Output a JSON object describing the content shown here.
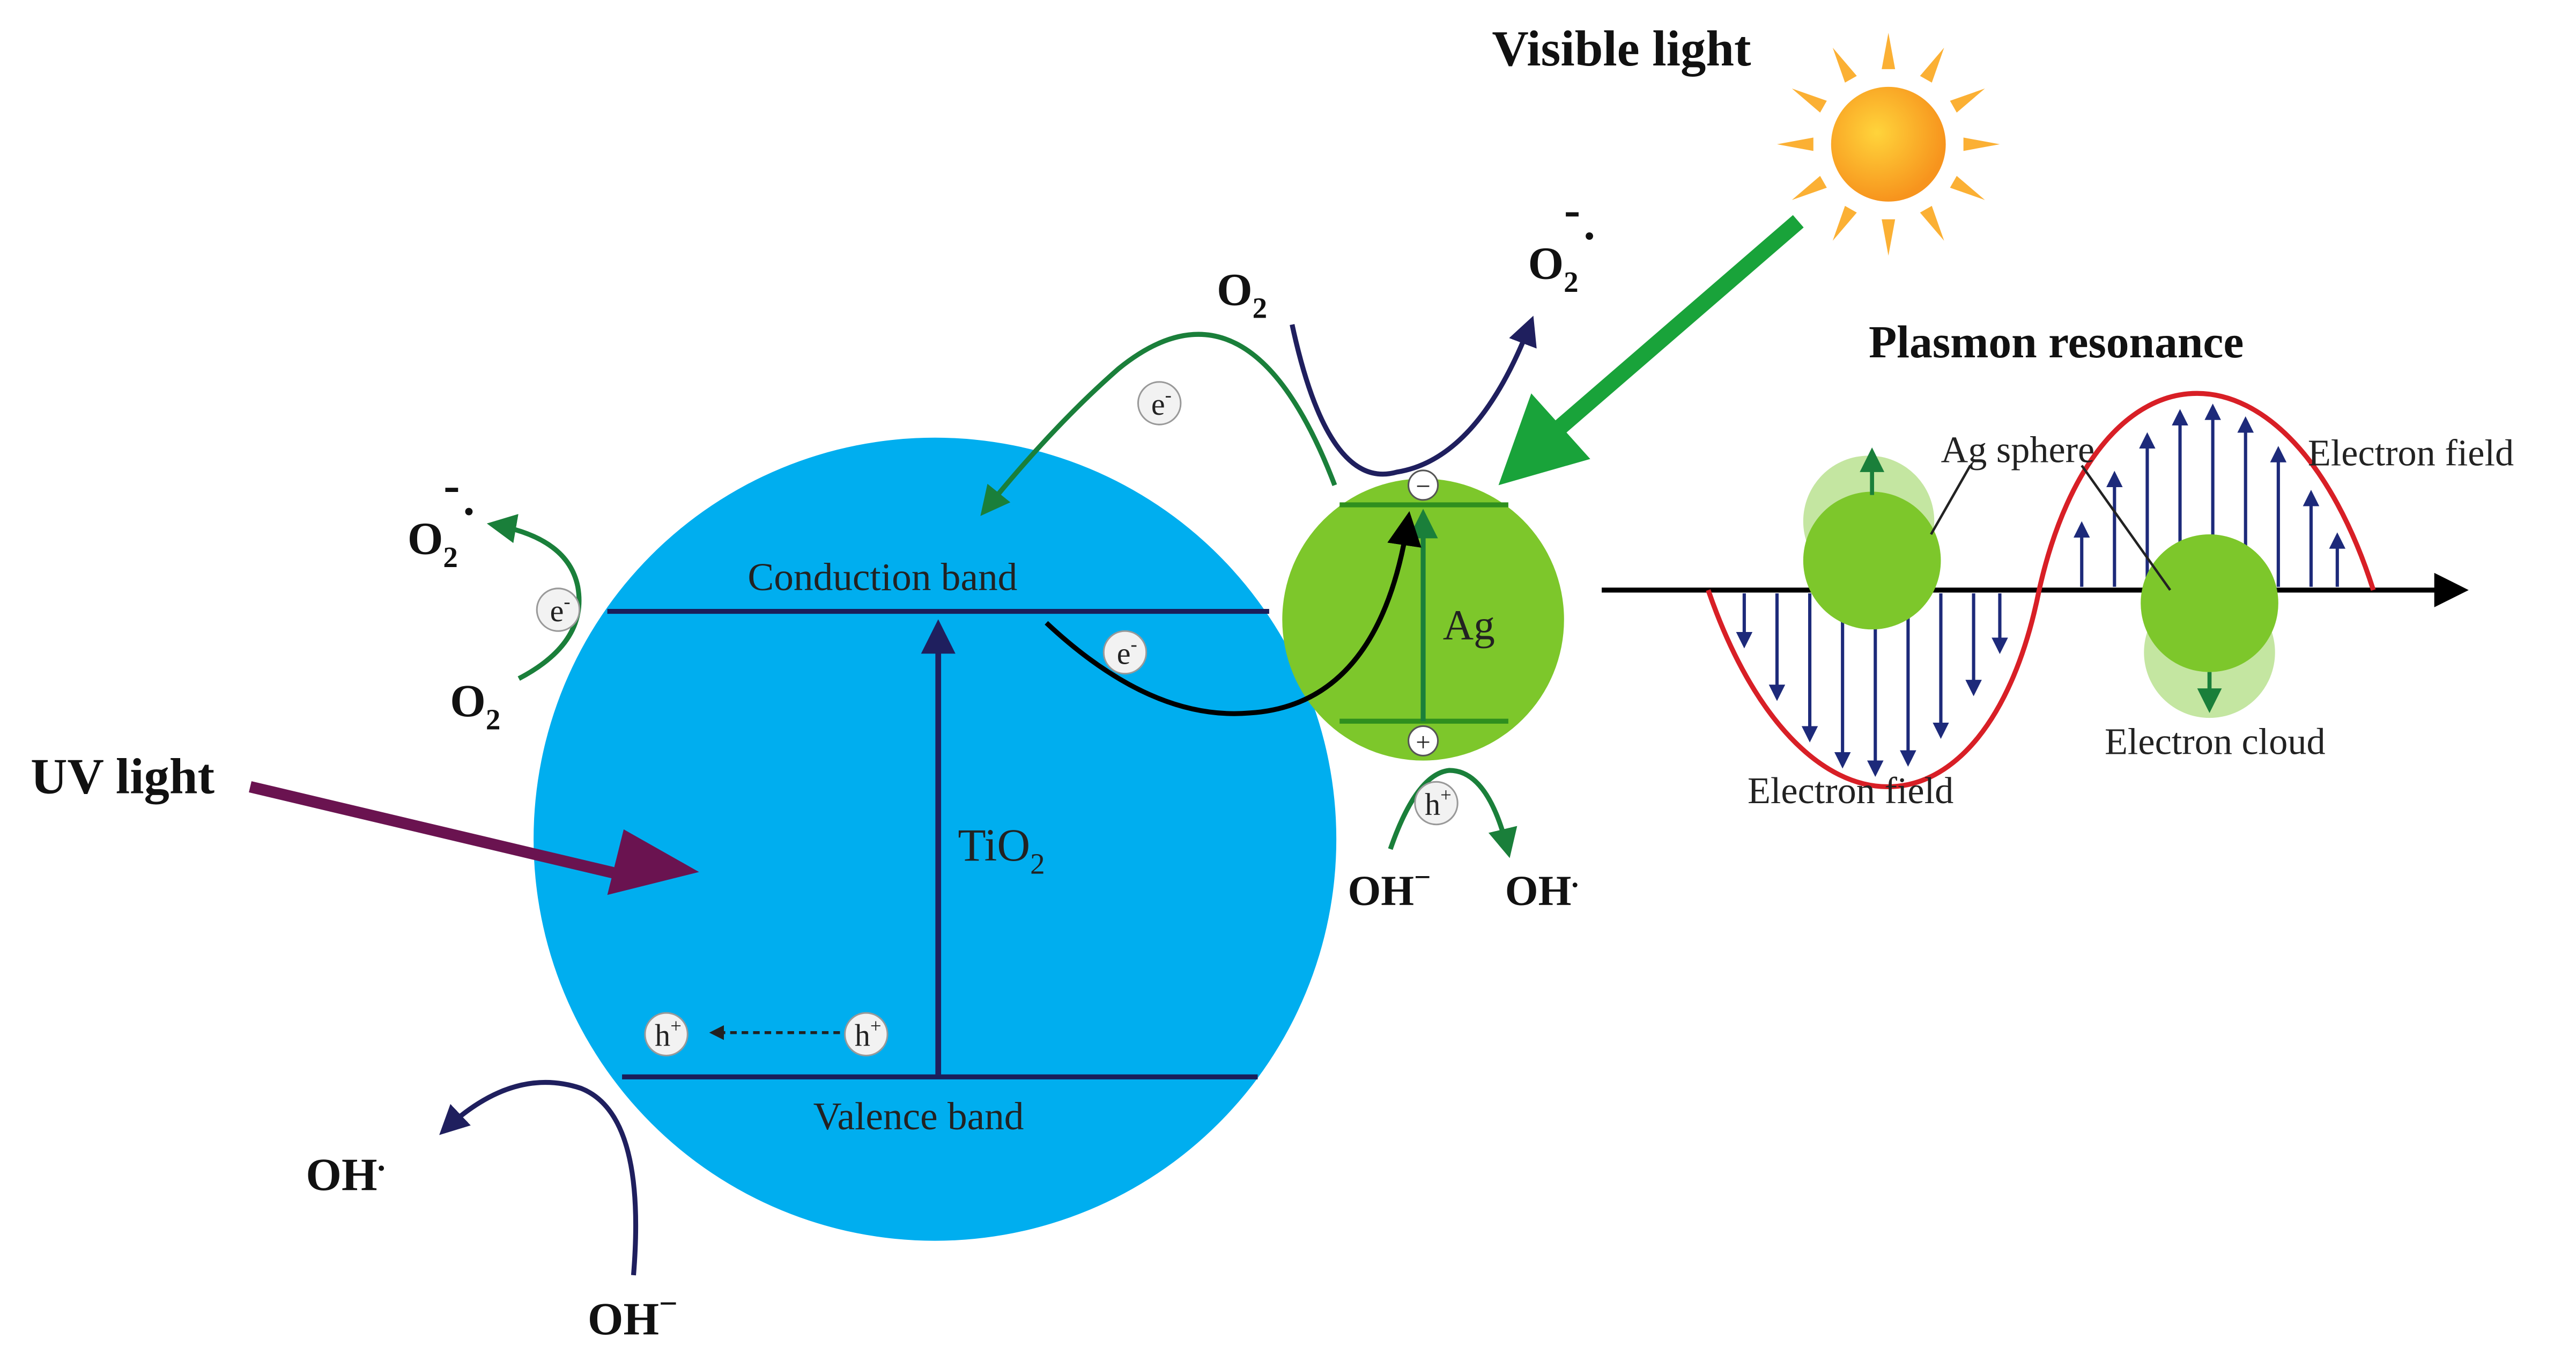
{
  "labels": {
    "visible_light": "Visible light",
    "uv_light": "UV light",
    "plasmon_resonance": "Plasmon resonance",
    "conduction_band": "Conduction band",
    "valence_band": "Valence band",
    "tio2": {
      "base": "TiO",
      "sub": "2"
    },
    "ag": "Ag",
    "ag_sphere": "Ag sphere",
    "electron_field_top": "Electron field",
    "electron_field_bottom": "Electron field",
    "electron_cloud": "Electron cloud"
  },
  "species": {
    "o2_left": {
      "base": "O",
      "sub": "2"
    },
    "o2_radical_left": {
      "base": "O",
      "sub": "2",
      "sup": "-",
      "dot": "."
    },
    "o2_top": {
      "base": "O",
      "sub": "2"
    },
    "o2_radical_top": {
      "base": "O",
      "sub": "2",
      "sup": "-",
      "dot": "."
    },
    "oh_radical_left": {
      "base": "OH",
      "sup": "."
    },
    "oh_minus_left": {
      "base": "OH",
      "sup": "−"
    },
    "oh_minus_ag": {
      "base": "OH",
      "sup": "−"
    },
    "oh_radical_ag": {
      "base": "OH",
      "sup": "."
    }
  },
  "badges": {
    "electron": {
      "base": "e",
      "sup": "-"
    },
    "hole": {
      "base": "h",
      "sup": "+"
    }
  },
  "ag_charges": {
    "minus": "−",
    "plus": "+"
  },
  "colors": {
    "tio2_fill": "#00aeef",
    "ag_fill": "#7dc72b",
    "ag_dark": "#2f8f1e",
    "band_line": "#1a1e5a",
    "navy": "#1f1f5e",
    "green_arrow": "#1a7f3a",
    "uv_arrow": "#6a1350",
    "visible_arrow": "#19a33a",
    "wave": "#d81f26",
    "field_arrow": "#1d2a7a",
    "sun_core": "#f7941d",
    "sun_ray": "#fbb034"
  }
}
